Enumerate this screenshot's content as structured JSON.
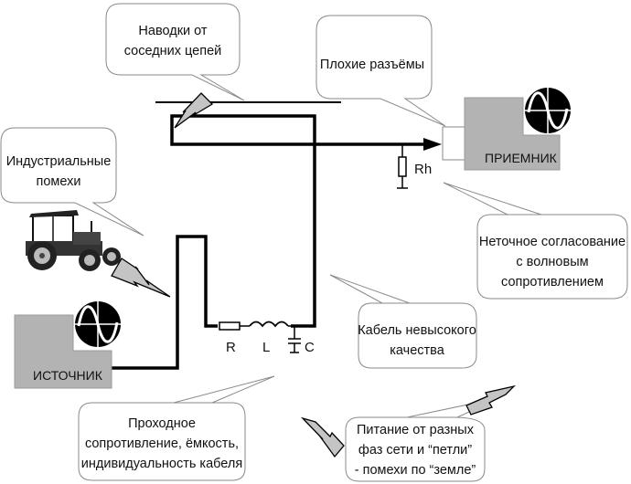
{
  "callouts": {
    "crosstalk": [
      "Наводки от",
      "соседних цепей"
    ],
    "bad_connectors": [
      "Плохие разъёмы"
    ],
    "industrial_noise": [
      "Индустриальные",
      "помехи"
    ],
    "impedance_mismatch": [
      "Неточное согласование",
      "с волновым",
      "сопротивлением"
    ],
    "low_quality_cable": [
      "Кабель невысокого",
      "качества"
    ],
    "cable_properties": [
      "Проходное",
      "сопротивление, ёмкость,",
      "индивидуальность кабеля"
    ],
    "ground_loops": [
      "Питание от разных",
      "фаз сети и “петли”",
      "- помехи по “земле”"
    ]
  },
  "blocks": {
    "source": {
      "label": "ИСТОЧНИК",
      "icon": "sine-wave-icon"
    },
    "receiver": {
      "label": "ПРИЕМНИК",
      "icon": "sine-wave-icon"
    }
  },
  "components": {
    "resistor": "R",
    "inductor": "L",
    "capacitor": "C",
    "load": "Rh"
  },
  "icons": {
    "interference": "lightning-bolt-icon",
    "industrial_source": "tractor-icon"
  },
  "colors": {
    "block_fill": "#b3b3b3",
    "bolt_fill": "#c4c4c4",
    "wire": "#000000",
    "callout_border": "#8a8a8a"
  }
}
